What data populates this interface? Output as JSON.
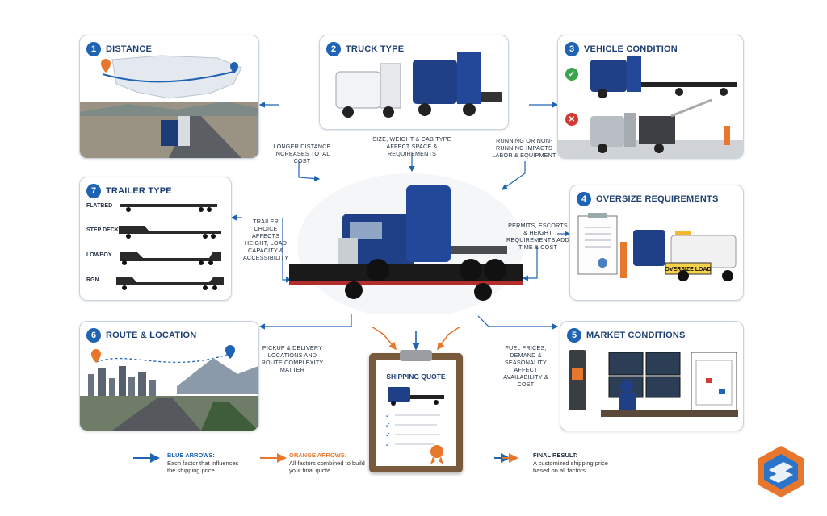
{
  "cards": {
    "distance": {
      "num": "1",
      "title": "DISTANCE"
    },
    "truck_type": {
      "num": "2",
      "title": "TRUCK TYPE"
    },
    "vehicle_condition": {
      "num": "3",
      "title": "VEHICLE CONDITION"
    },
    "oversize": {
      "num": "4",
      "title": "OVERSIZE REQUIREMENTS",
      "sign": "OVERSIZE LOAD"
    },
    "market": {
      "num": "5",
      "title": "MARKET CONDITIONS"
    },
    "route": {
      "num": "6",
      "title": "ROUTE & LOCATION"
    },
    "trailer_type": {
      "num": "7",
      "title": "TRAILER TYPE",
      "types": [
        "FLATBED",
        "STEP DECK",
        "LOWBOY",
        "RGN"
      ]
    }
  },
  "notes": {
    "distance": "LONGER DISTANCE INCREASES TOTAL COST",
    "truck_type": "SIZE, WEIGHT & CAB TYPE AFFECT SPACE & REQUIREMENTS",
    "vehicle_condition": "RUNNING OR NON-RUNNING IMPACTS LABOR & EQUIPMENT",
    "trailer_type": "TRAILER CHOICE AFFECTS HEIGHT, LOAD CAPACITY & ACCESSIBILITY",
    "oversize": "PERMITS, ESCORTS & HEIGHT REQUIREMENTS ADD TIME & COST",
    "route": "PICKUP & DELIVERY LOCATIONS AND ROUTE COMPLEXITY MATTER",
    "market": "FUEL PRICES, DEMAND & SEASONALITY AFFECT AVAILABILITY & COST"
  },
  "quote": {
    "title": "SHIPPING QUOTE"
  },
  "legend": {
    "blue": {
      "title": "BLUE ARROWS:",
      "text": "Each factor that influences the shipping price"
    },
    "orange": {
      "title": "ORANGE ARROWS:",
      "text": "All factors combined to build your final quote"
    },
    "final": {
      "title": "FINAL RESULT:",
      "text": "A customized shipping price based on all factors"
    }
  },
  "colors": {
    "blue": "#1f63b3",
    "orange": "#e8772e",
    "navy": "#1d3f73",
    "logo": "#2b74c9"
  }
}
